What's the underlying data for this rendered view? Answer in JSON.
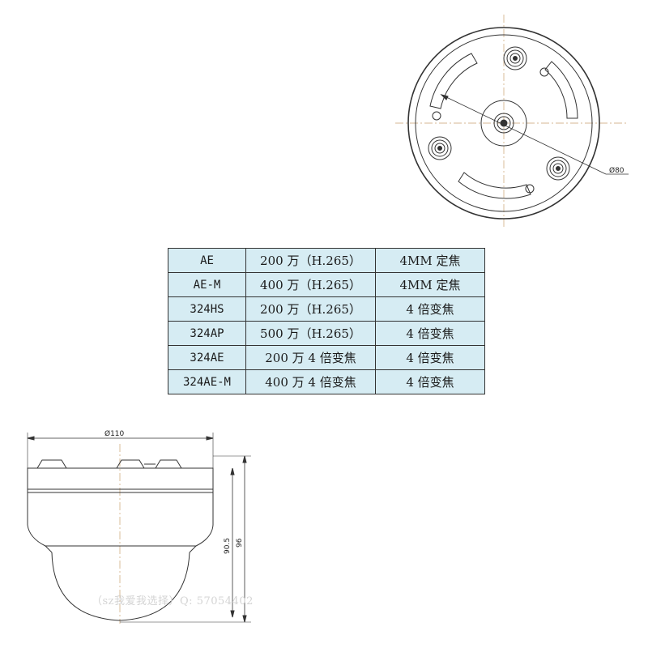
{
  "drawing": {
    "top_view": {
      "diameter_label": "Ø80"
    },
    "side_view": {
      "width_label": "Ø110",
      "height_inner_label": "90.5",
      "height_outer_label": "96"
    }
  },
  "spec_table": {
    "rows": [
      {
        "model": "AE",
        "resolution": "200 万（H.265）",
        "lens": "4MM 定焦"
      },
      {
        "model": "AE-M",
        "resolution": "400 万（H.265）",
        "lens": "4MM 定焦"
      },
      {
        "model": "324HS",
        "resolution": "200 万（H.265）",
        "lens": "4 倍变焦"
      },
      {
        "model": "324AP",
        "resolution": "500 万（H.265）",
        "lens": "4 倍变焦"
      },
      {
        "model": "324AE",
        "resolution": "200 万 4 倍变焦",
        "lens": "4 倍变焦"
      },
      {
        "model": "324AE-M",
        "resolution": "400 万 4 倍变焦",
        "lens": "4 倍变焦"
      }
    ]
  },
  "watermark": "（sz我爱我选择）Q: 57054402",
  "colors": {
    "table_fill": "#d6ecf3",
    "line": "#333333",
    "center_line": "#c8a070"
  }
}
